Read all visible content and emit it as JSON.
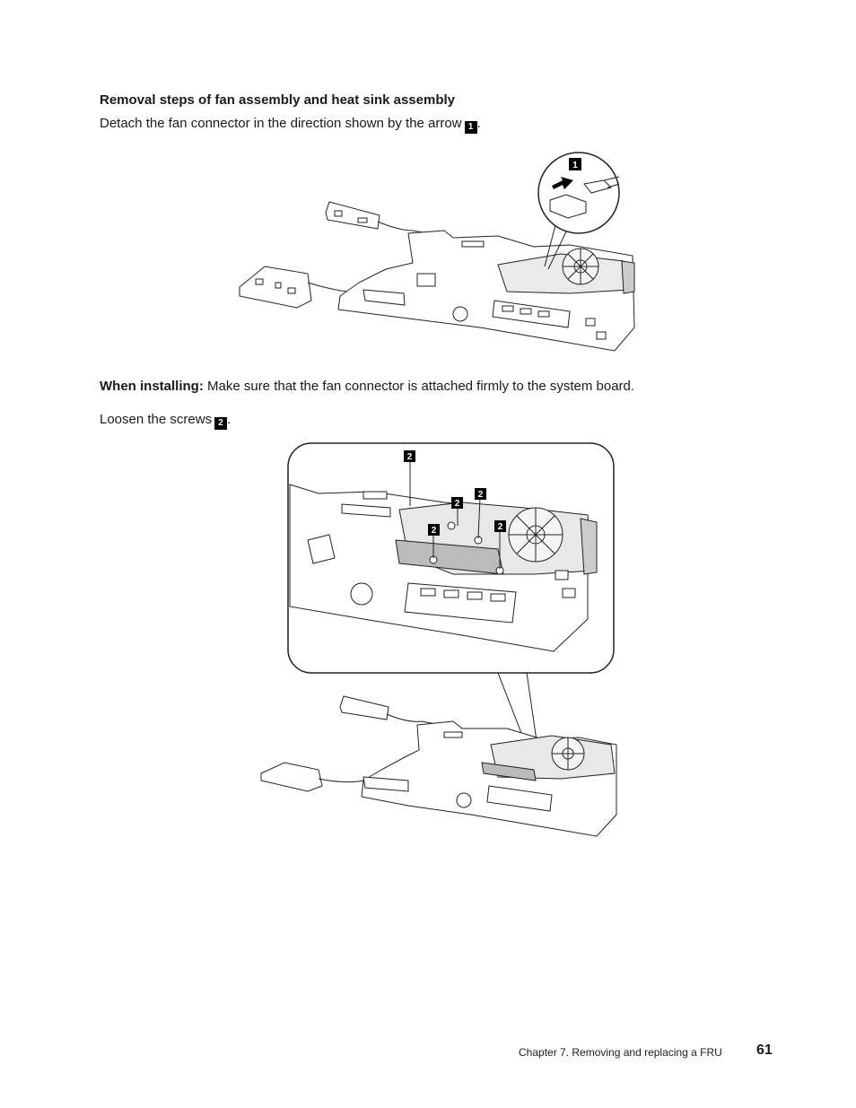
{
  "section": {
    "heading": "Removal steps of fan assembly and heat sink assembly"
  },
  "step1": {
    "text": "Detach the fan connector in the direction shown by the arrow",
    "callout": "1",
    "end": "."
  },
  "installing": {
    "label": "When installing:",
    "text": "Make sure that the fan connector is attached firmly to the system board."
  },
  "step2": {
    "text": "Loosen the screws",
    "callout": "2",
    "end": "."
  },
  "figure1": {
    "callout": "1"
  },
  "figure2": {
    "callouts": [
      "2",
      "2",
      "2",
      "2"
    ]
  },
  "footer": {
    "chapter": "Chapter 7.  Removing and replacing a FRU",
    "page": "61"
  }
}
